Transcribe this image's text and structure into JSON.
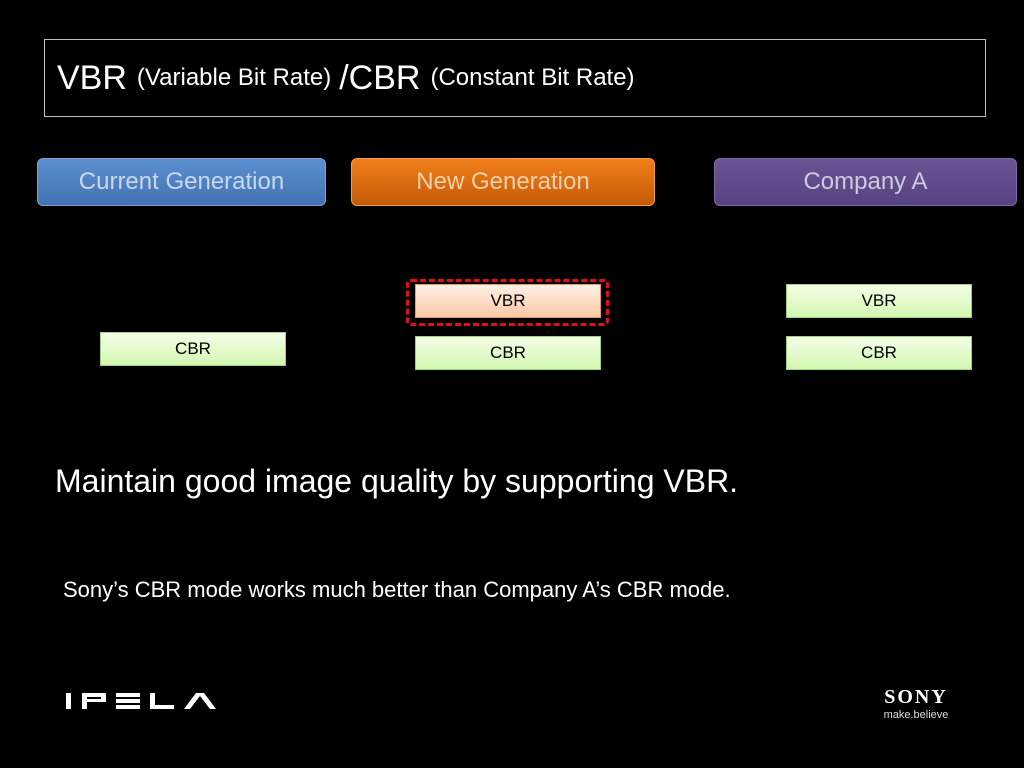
{
  "title": {
    "vbr": "VBR",
    "vbr_desc": "(Variable Bit Rate)",
    "separator": "/",
    "cbr": "CBR",
    "cbr_desc": "(Constant Bit Rate)"
  },
  "columns": {
    "current": {
      "label": "Current Generation",
      "modes": [
        "CBR"
      ]
    },
    "new": {
      "label": "New Generation",
      "modes": [
        "VBR",
        "CBR"
      ],
      "highlighted": "VBR"
    },
    "company_a": {
      "label": "Company A",
      "modes": [
        "VBR",
        "CBR"
      ]
    }
  },
  "messages": {
    "main": "Maintain good image quality by supporting VBR.",
    "sub": "Sony’s CBR mode works much better than Company A’s CBR mode."
  },
  "logos": {
    "ipela": "IPELA",
    "sony": "SONY",
    "sony_tagline": "make.believe"
  },
  "colors": {
    "current": "#4f81bd",
    "new": "#e46c0a",
    "company_a": "#604a7b",
    "highlight": "#e0101a"
  }
}
